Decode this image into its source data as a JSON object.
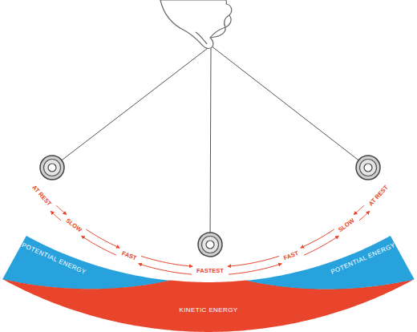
{
  "diagram": {
    "nodes": [
      {
        "text": [
          "POTENTIAL ENERGY"
        ]
      },
      {
        "text": [
          "KINETIC ENERGY"
        ]
      },
      {
        "text": [
          "POTENTIAL ENERGY"
        ]
      }
    ],
    "labels": [
      "AT REST",
      "SLOW",
      "FAST",
      "FASTEST",
      "FAST",
      "SLOW",
      "AT REST"
    ]
  }
}
